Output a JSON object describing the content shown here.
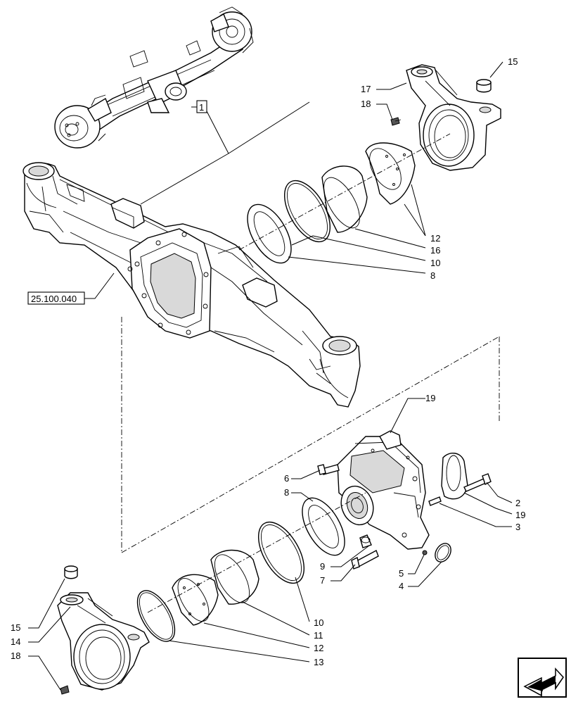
{
  "callouts": [
    {
      "id": "c15a",
      "text": "15"
    },
    {
      "id": "c17",
      "text": "17"
    },
    {
      "id": "c18a",
      "text": "18"
    },
    {
      "id": "c12a",
      "text": "12"
    },
    {
      "id": "c16",
      "text": "16"
    },
    {
      "id": "c10a",
      "text": "10"
    },
    {
      "id": "c8a",
      "text": "8"
    },
    {
      "id": "c19a",
      "text": "19"
    },
    {
      "id": "c6",
      "text": "6"
    },
    {
      "id": "c8b",
      "text": "8"
    },
    {
      "id": "c2",
      "text": "2"
    },
    {
      "id": "c19b",
      "text": "19"
    },
    {
      "id": "c3",
      "text": "3"
    },
    {
      "id": "c9",
      "text": "9"
    },
    {
      "id": "c7",
      "text": "7"
    },
    {
      "id": "c5",
      "text": "5"
    },
    {
      "id": "c4",
      "text": "4"
    },
    {
      "id": "c10b",
      "text": "10"
    },
    {
      "id": "c11",
      "text": "11"
    },
    {
      "id": "c12b",
      "text": "12"
    },
    {
      "id": "c13",
      "text": "13"
    },
    {
      "id": "c15b",
      "text": "15"
    },
    {
      "id": "c14",
      "text": "14"
    },
    {
      "id": "c18b",
      "text": "18"
    }
  ],
  "reference_box": {
    "text": "25.100.040"
  },
  "index_box": {
    "text": "1"
  },
  "nav_icon": "next-page-arrow-icon"
}
